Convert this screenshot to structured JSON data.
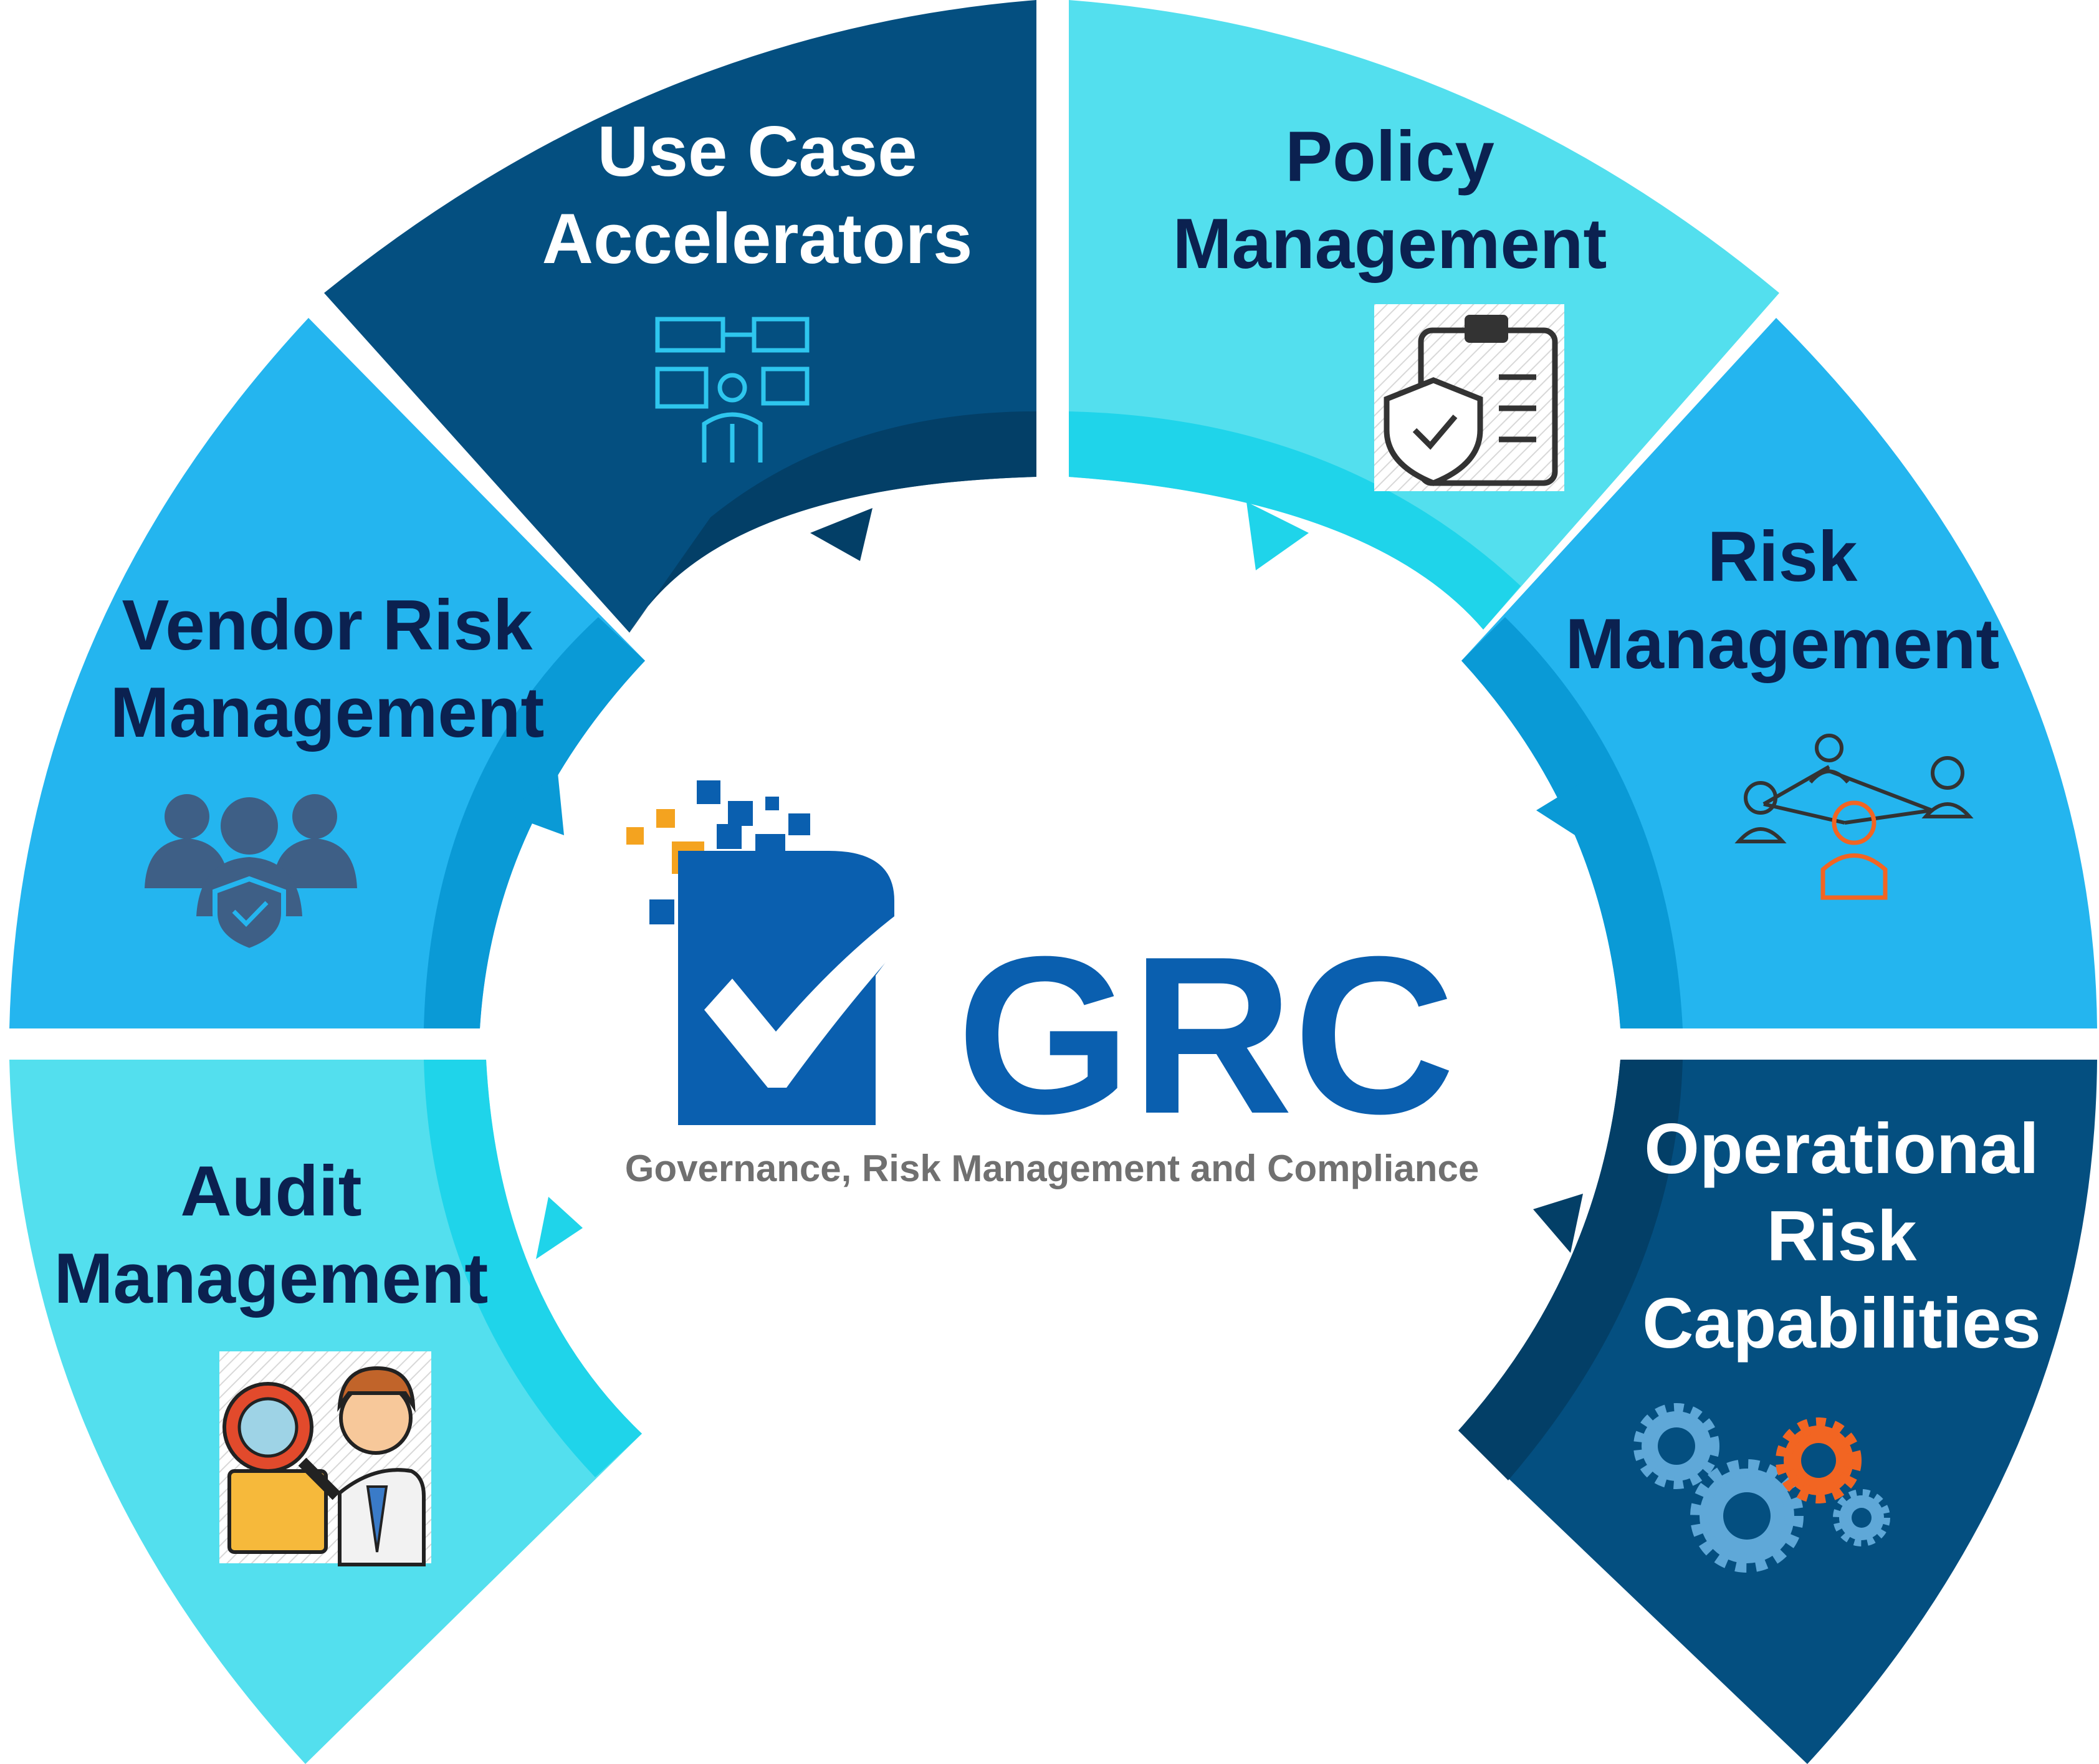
{
  "diagram": {
    "center": {
      "logo_text": "GRC",
      "subtitle": "Governance, Risk Management and Compliance",
      "colors": {
        "brand_blue": "#0A5FAF",
        "accent_orange": "#F4A31F",
        "subtitle_gray": "#707070"
      }
    },
    "segments": [
      {
        "id": "use-case",
        "title_lines": [
          "Use Case",
          "Accelerators"
        ],
        "color": "#044F80",
        "text_color": "#FFFFFF",
        "icon": "dashboard-user-icon"
      },
      {
        "id": "policy",
        "title_lines": [
          "Policy",
          "Management"
        ],
        "color": "#53DFEE",
        "text_color": "#0B2150",
        "icon": "clipboard-shield-icon"
      },
      {
        "id": "risk",
        "title_lines": [
          "Risk",
          "Management"
        ],
        "color": "#24B5EF",
        "text_color": "#0B2150",
        "icon": "people-network-icon"
      },
      {
        "id": "operational",
        "title_lines": [
          "Operational",
          "Risk",
          "Capabilities"
        ],
        "color": "#044F80",
        "text_color": "#FFFFFF",
        "icon": "gears-icon"
      },
      {
        "id": "audit",
        "title_lines": [
          "Audit",
          "Management"
        ],
        "color": "#53DFEE",
        "text_color": "#0B2150",
        "icon": "auditor-magnifier-icon"
      },
      {
        "id": "vendor",
        "title_lines": [
          "Vendor Risk",
          "Management"
        ],
        "color": "#24B5EF",
        "text_color": "#0B2150",
        "icon": "team-shield-icon"
      }
    ]
  }
}
